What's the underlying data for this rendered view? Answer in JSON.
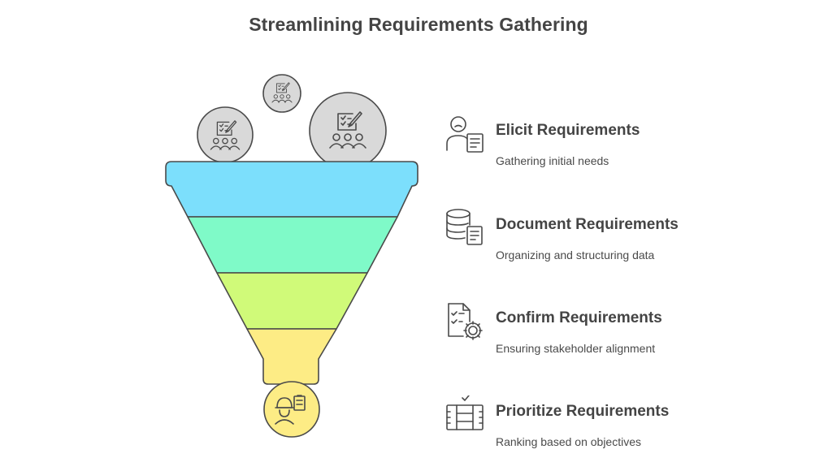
{
  "title": "Streamlining Requirements Gathering",
  "colors": {
    "stroke": "#4a4a4a",
    "bubble_fill": "#d9d9d9",
    "layer_1": "#7cdffc",
    "layer_2": "#7ffac8",
    "layer_3": "#d0fa79",
    "layer_4": "#fdec85"
  },
  "funnel": {
    "bubbles": [
      {
        "icon": "checklist-team-icon"
      },
      {
        "icon": "checklist-team-icon"
      },
      {
        "icon": "checklist-team-icon"
      }
    ],
    "output_icon": "worker-clipboard-icon"
  },
  "steps": [
    {
      "title": "Elicit Requirements",
      "description": "Gathering initial needs",
      "icon": "person-document-icon"
    },
    {
      "title": "Document Requirements",
      "description": "Organizing and structuring data",
      "icon": "database-document-icon"
    },
    {
      "title": "Confirm Requirements",
      "description": "Ensuring stakeholder alignment",
      "icon": "checklist-gear-icon"
    },
    {
      "title": "Prioritize Requirements",
      "description": "Ranking based on objectives",
      "icon": "ranked-table-icon"
    }
  ]
}
